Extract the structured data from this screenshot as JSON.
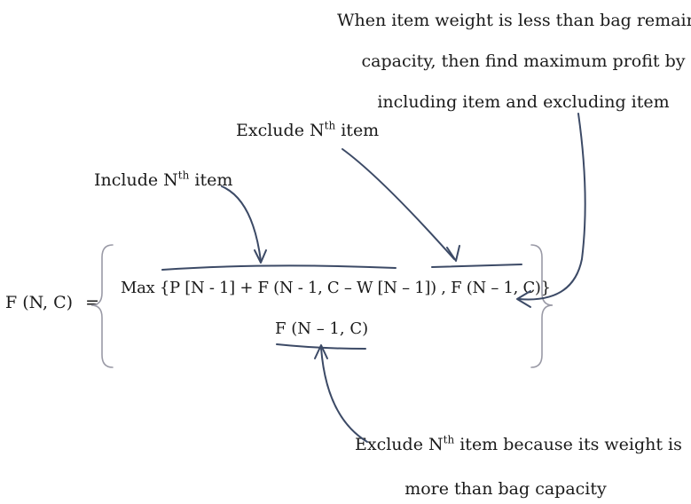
{
  "annotations": {
    "top_right": {
      "line1": "When item weight is less than bag remaining",
      "line2": "capacity, then find maximum profit by",
      "line3": "including item and excluding item"
    },
    "exclude_top": {
      "prefix": "Exclude N",
      "sup": "th",
      "suffix": " item"
    },
    "include": {
      "prefix": "Include N",
      "sup": "th",
      "suffix": " item"
    },
    "exclude_bottom": {
      "prefix": "Exclude N",
      "sup": "th",
      "suffix": " item because its weight is",
      "line2": "more than bag capacity"
    }
  },
  "equation": {
    "lhs": "F (N, C)",
    "equals": "=",
    "case1": "Max {P [N - 1] + F (N - 1, C – W [N – 1]) , F (N – 1, C)}",
    "case2": "F (N – 1, C)"
  },
  "colors": {
    "arrow": "#3c4a66",
    "brace": "#9a9aa6",
    "text": "#1a1a1a"
  }
}
